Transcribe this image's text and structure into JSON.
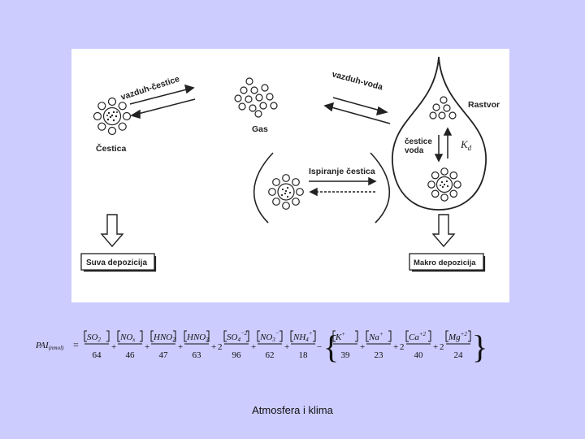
{
  "diagram": {
    "label_air_particle": "vazduh-čestice",
    "label_particle": "Čestica",
    "label_gas": "Gas",
    "label_air_water": "vazduh-voda",
    "label_solution": "Rastvor",
    "label_particles_water_1": "čestice",
    "label_particles_water_2": "voda",
    "label_kd": "K",
    "label_kd_sub": "d",
    "label_scavenging": "Ispiranje čestica",
    "label_dry_deposition": "Suva depozicija",
    "label_wet_deposition": "Makro depozicija"
  },
  "formula": {
    "lhs": "PAI",
    "lhs_sub": "(nmol)",
    "equals": "=",
    "terms": [
      {
        "coef": "",
        "num": "SO",
        "num_sub": "2",
        "num_sup": "",
        "den": "64"
      },
      {
        "coef": "",
        "num": "NO",
        "num_sub": "x",
        "num_sup": "",
        "den": "46"
      },
      {
        "coef": "",
        "num": "HNO",
        "num_sub": "2",
        "num_sup": "",
        "den": "47"
      },
      {
        "coef": "",
        "num": "HNO",
        "num_sub": "3",
        "num_sup": "",
        "den": "63"
      },
      {
        "coef": "2",
        "num": "SO",
        "num_sub": "4",
        "num_sup": "−2",
        "den": "96"
      },
      {
        "coef": "",
        "num": "NO",
        "num_sub": "3",
        "num_sup": "−",
        "den": "62"
      },
      {
        "coef": "",
        "num": "NH",
        "num_sub": "4",
        "num_sup": "+",
        "den": "18"
      }
    ],
    "bracket_terms": [
      {
        "coef": "",
        "num": "K",
        "num_sub": "",
        "num_sup": "+",
        "den": "39"
      },
      {
        "coef": "",
        "num": "Na",
        "num_sub": "",
        "num_sup": "+",
        "den": "23"
      },
      {
        "coef": "2",
        "num": "Ca",
        "num_sub": "",
        "num_sup": "+2",
        "den": "40"
      },
      {
        "coef": "2",
        "num": "Mg",
        "num_sub": "",
        "num_sup": "+2",
        "den": "24"
      }
    ]
  },
  "footer": {
    "text": "Atmosfera i klima"
  }
}
